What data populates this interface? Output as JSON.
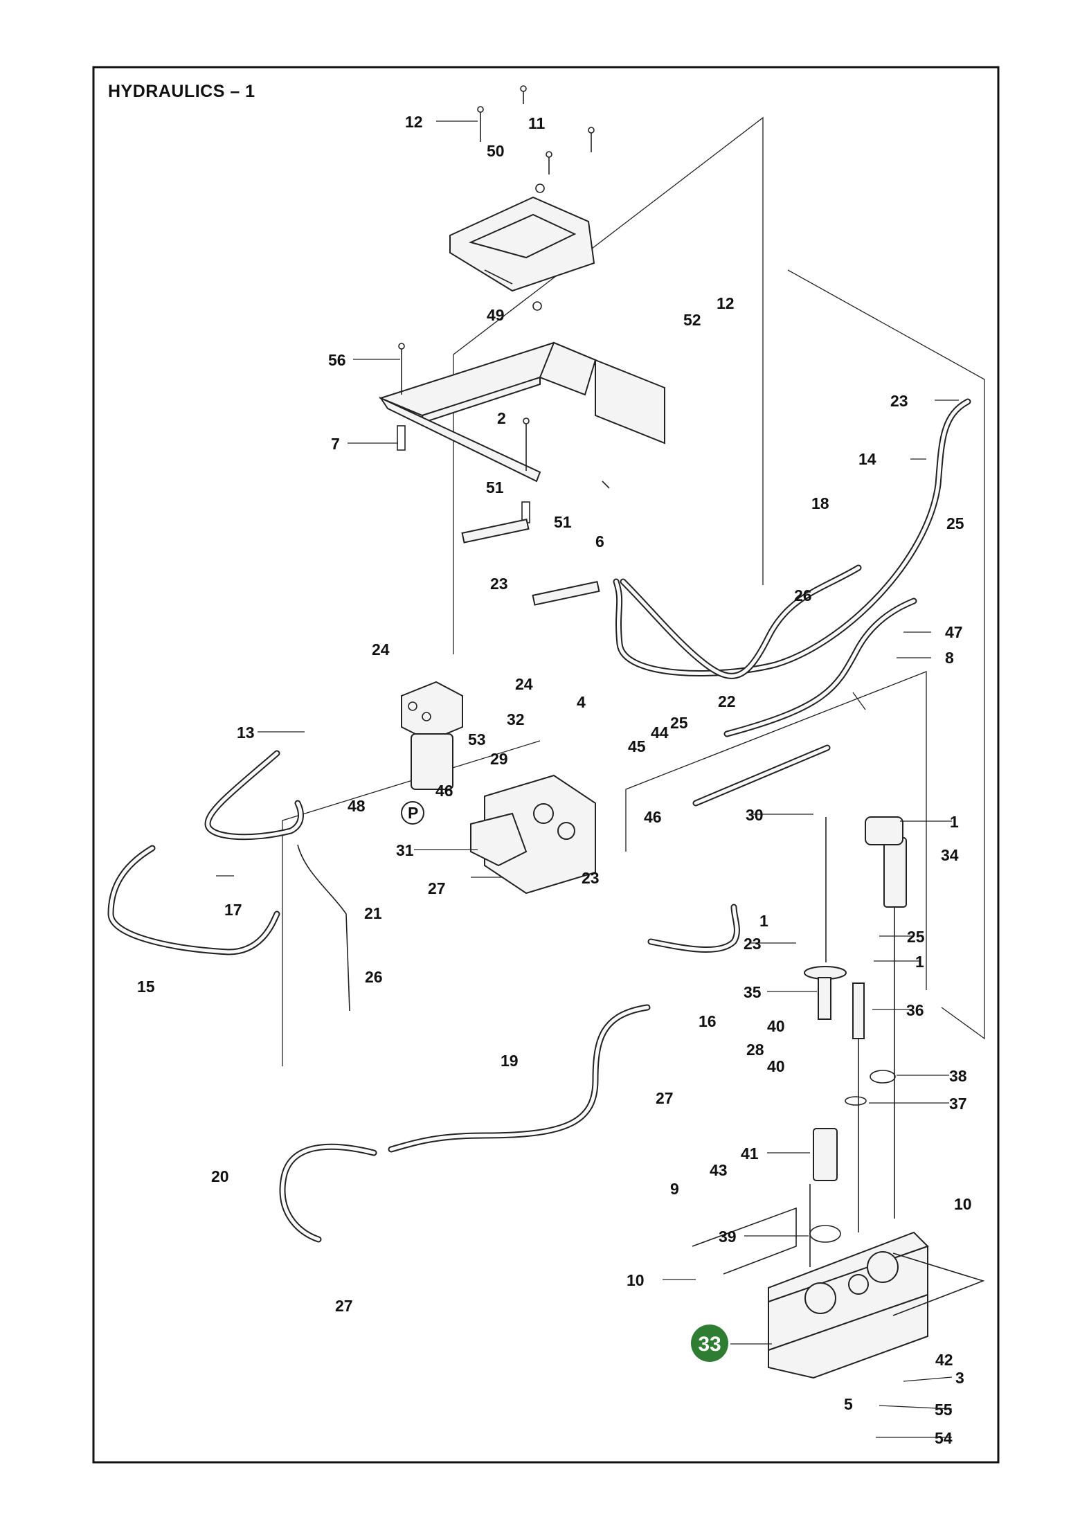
{
  "title": "HYDRAULICS – 1",
  "highlight": {
    "label": "33",
    "color": "#2e7d32"
  },
  "callout_icon": "P",
  "labels": {
    "l1a": "1",
    "l1b": "1",
    "l1c": "1",
    "l2": "2",
    "l3": "3",
    "l4": "4",
    "l5": "5",
    "l6": "6",
    "l7": "7",
    "l8": "8",
    "l9": "9",
    "l10a": "10",
    "l10b": "10",
    "l11": "11",
    "l12a": "12",
    "l12b": "12",
    "l13": "13",
    "l14": "14",
    "l15": "15",
    "l16": "16",
    "l17": "17",
    "l18": "18",
    "l19": "19",
    "l20": "20",
    "l21": "21",
    "l22": "22",
    "l23a": "23",
    "l23b": "23",
    "l23c": "23",
    "l23d": "23",
    "l24a": "24",
    "l24b": "24",
    "l25a": "25",
    "l25b": "25",
    "l25c": "25",
    "l26a": "26",
    "l26b": "26",
    "l27a": "27",
    "l27b": "27",
    "l27c": "27",
    "l28": "28",
    "l29": "29",
    "l30": "30",
    "l31": "31",
    "l32": "32",
    "l34": "34",
    "l35": "35",
    "l36": "36",
    "l37": "37",
    "l38": "38",
    "l39": "39",
    "l40a": "40",
    "l40b": "40",
    "l41": "41",
    "l42": "42",
    "l43": "43",
    "l44": "44",
    "l45": "45",
    "l46a": "46",
    "l46b": "46",
    "l47": "47",
    "l48": "48",
    "l49": "49",
    "l50": "50",
    "l51a": "51",
    "l51b": "51",
    "l52": "52",
    "l53": "53",
    "l54": "54",
    "l55": "55",
    "l56": "56"
  }
}
